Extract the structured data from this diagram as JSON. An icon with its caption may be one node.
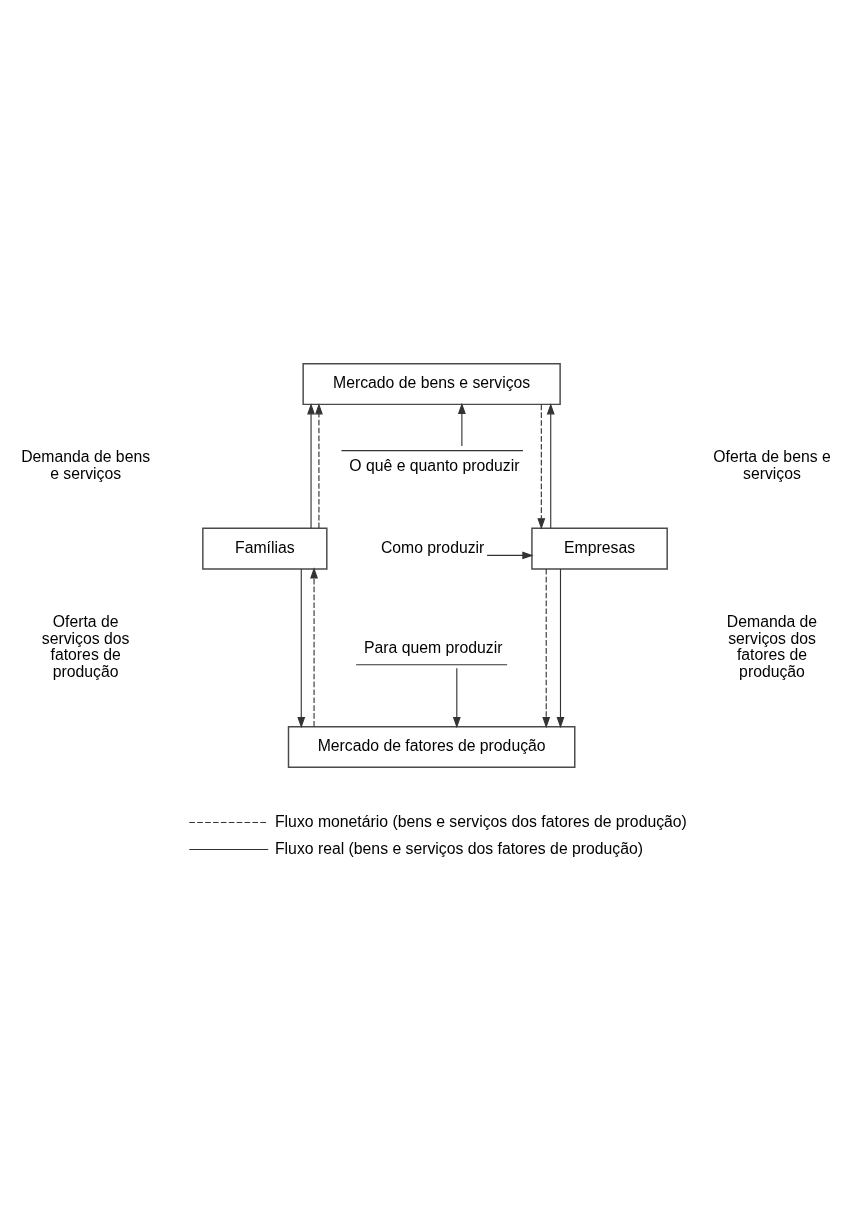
{
  "diagram": {
    "nodes": [
      {
        "text": [
          "Mercado de bens e serviços"
        ]
      },
      {
        "text": [
          "O quê e quanto produzir"
        ]
      },
      {
        "text": [
          "Famílias"
        ]
      },
      {
        "text": [
          "Como produzir"
        ]
      },
      {
        "text": [
          "Empresas"
        ]
      },
      {
        "text": [
          "Para quem produzir"
        ]
      },
      {
        "text": [
          "Mercado de fatores de produção"
        ]
      }
    ],
    "edges": [
      {
        "from": 2,
        "to": 0,
        "arrow": "to"
      },
      {
        "from": 2,
        "to": 0,
        "arrow": "to",
        "style": "dashed"
      },
      {
        "from": 0,
        "to": 4,
        "arrow": "to",
        "style": "dashed"
      },
      {
        "from": 4,
        "to": 0,
        "arrow": "to"
      },
      {
        "from": 1,
        "to": 0,
        "arrow": "to"
      },
      {
        "from": 3,
        "to": 4,
        "arrow": "to"
      },
      {
        "from": 5,
        "to": 6,
        "arrow": "to"
      },
      {
        "from": 6,
        "to": 2,
        "arrow": "to",
        "style": "dashed"
      },
      {
        "from": 2,
        "to": 6,
        "arrow": "to"
      },
      {
        "from": 4,
        "to": 6,
        "arrow": "to",
        "style": "dashed"
      },
      {
        "from": 4,
        "to": 6,
        "arrow": "to"
      }
    ],
    "labels": [
      "Demanda de bens e serviços",
      "Oferta de bens e serviços",
      "Oferta de serviços dos fatores de produção",
      "Demanda de serviços dos fatores de produção"
    ],
    "legend": [
      {
        "text": "Fluxo monetário (bens e serviços dos fatores de produção)"
      },
      {
        "text": "Fluxo real (bens e serviços dos fatores de produção)"
      }
    ]
  }
}
